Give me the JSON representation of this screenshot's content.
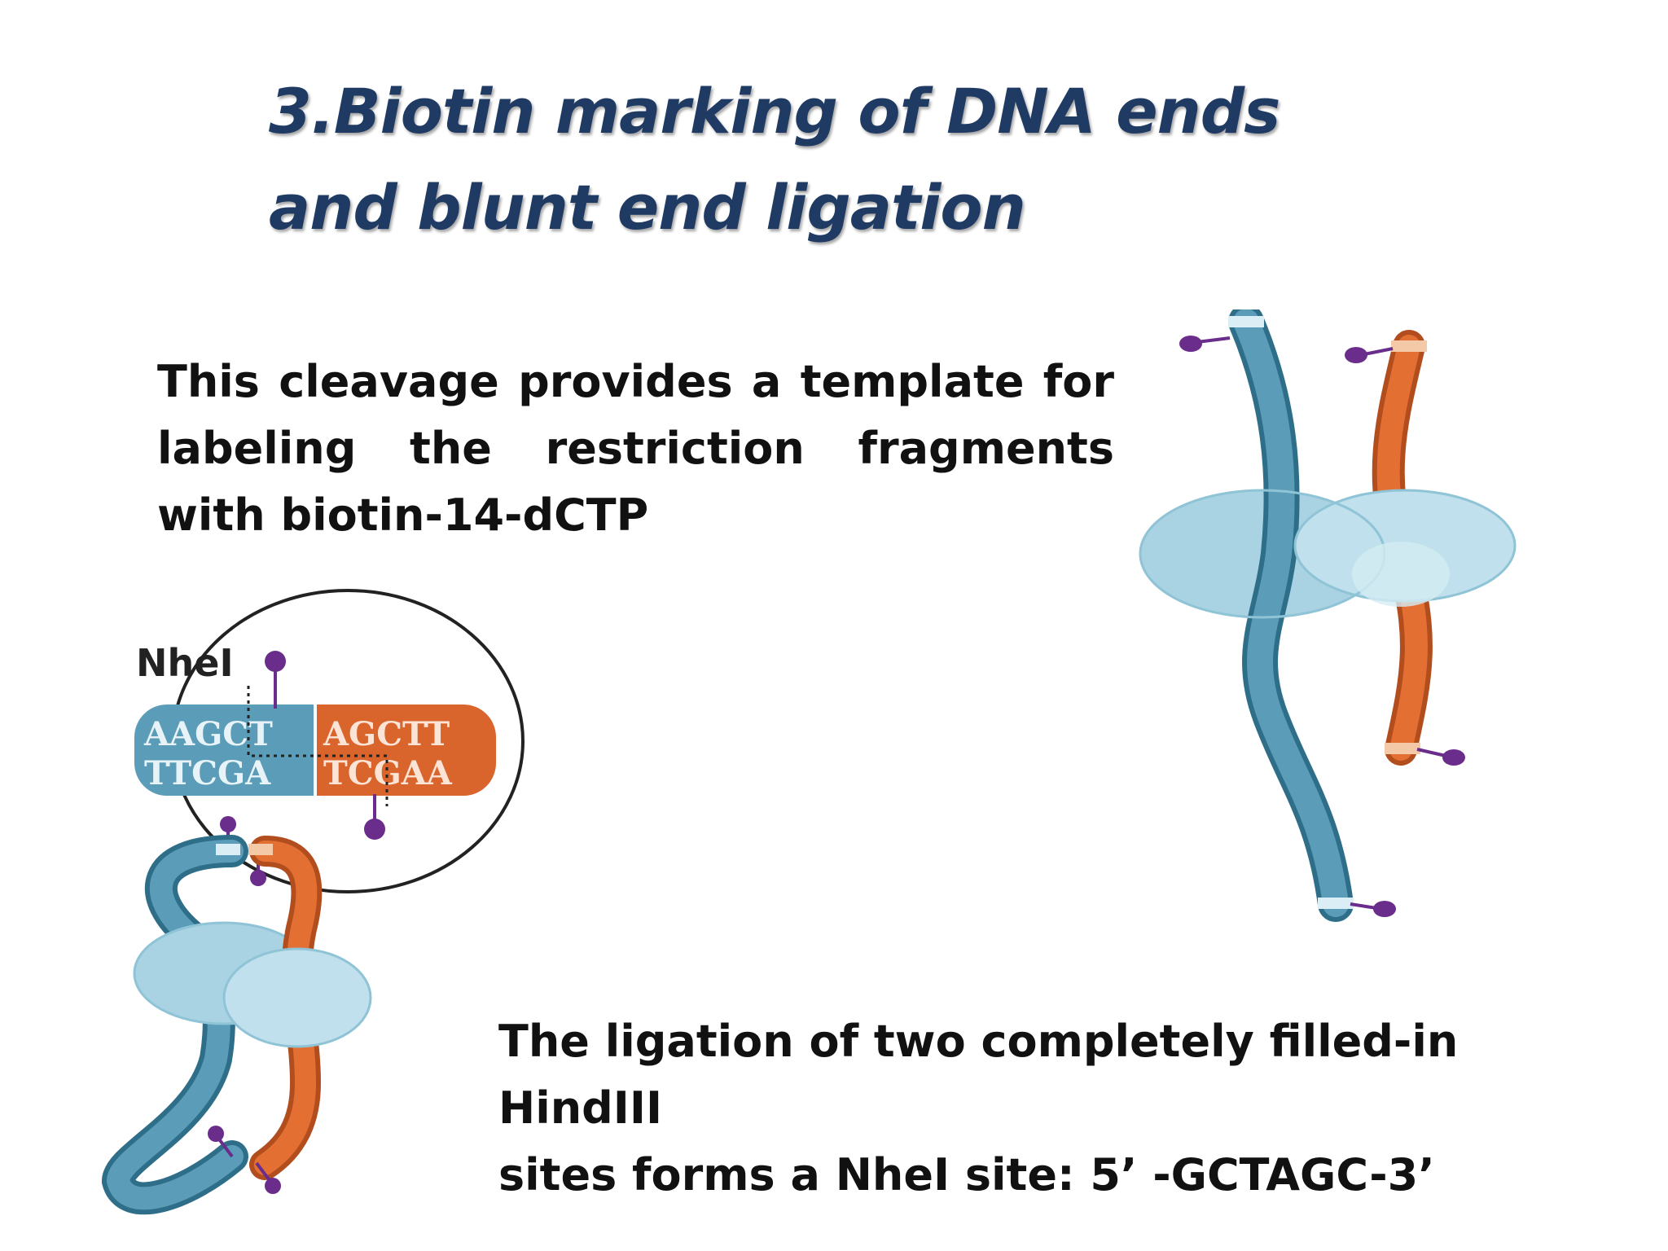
{
  "title": {
    "line1": "3.Biotin marking of DNA ends",
    "line2": "and blunt end ligation"
  },
  "paragraph_top": "This cleavage provides a template for labeling the restriction fragments with biotin-14-dCTP",
  "paragraph_bottom": {
    "line1": "The ligation of two completely filled-in HindIII",
    "line2": "sites forms a NheI site: 5’ -GCTAGC-3’"
  },
  "left_diagram": {
    "enzyme_label": "NheI",
    "sequence_top_blue": "AAGCT",
    "sequence_top_orange": "AGCTT",
    "sequence_bottom_blue": "TTCGA",
    "sequence_bottom_orange": "TCGAA"
  },
  "colors": {
    "title": "#1f3a63",
    "dna_blue": "#4a8ca8",
    "dna_orange": "#d9642c",
    "protein": "#a9d3e3",
    "biotin": "#6a2d8c"
  }
}
